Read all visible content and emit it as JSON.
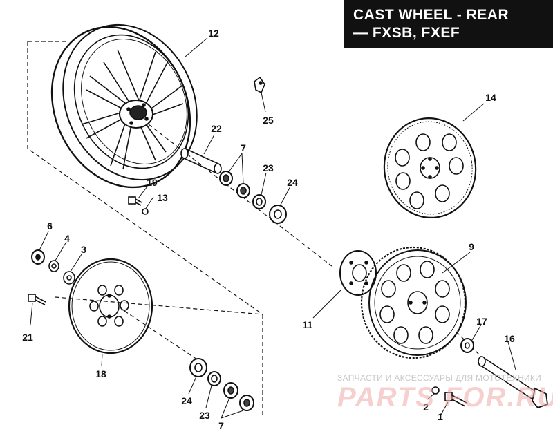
{
  "title": {
    "line1": "CAST WHEEL - REAR",
    "line2": "— FXSB, FXEF"
  },
  "callouts": {
    "c12": "12",
    "c25": "25",
    "c14": "14",
    "c22": "22",
    "c7a": "7",
    "c23a": "23",
    "c24a": "24",
    "c19": "19",
    "c13": "13",
    "c6": "6",
    "c4": "4",
    "c3": "3",
    "c21": "21",
    "c18": "18",
    "c9": "9",
    "c11": "11",
    "c17": "17",
    "c16": "16",
    "c24b": "24",
    "c23b": "23",
    "c7b": "7",
    "c2": "2",
    "c1": "1"
  },
  "watermark": {
    "caption": "ЗАПЧАСТИ И АКСЕССУАРЫ ДЛЯ МОТОТЕХНИКИ",
    "brand": "PARTS FOR.RU"
  }
}
